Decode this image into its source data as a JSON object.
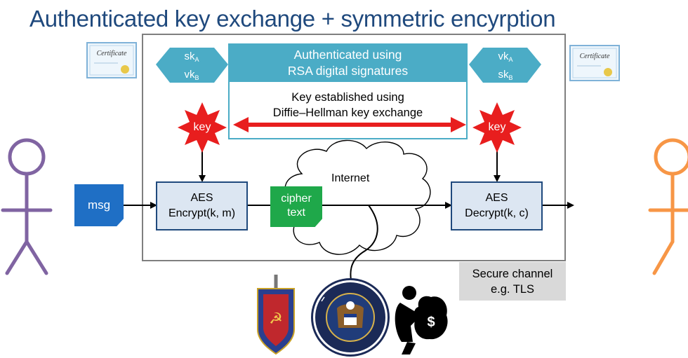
{
  "title": "Authenticated key exchange + symmetric encyrption",
  "auth_banner": {
    "line1": "Authenticated using",
    "line2": "RSA digital signatures"
  },
  "key_establishment": {
    "line1": "Key established using",
    "line2": "Diffie–Hellman key exchange"
  },
  "left_keys": {
    "sk": "sk",
    "sk_sub": "A",
    "vk": "vk",
    "vk_sub": "B"
  },
  "right_keys": {
    "vk": "vk",
    "vk_sub": "A",
    "sk": "sk",
    "sk_sub": "B"
  },
  "key_label": "key",
  "msg_label": "msg",
  "aes_encrypt": {
    "line1": "AES",
    "line2": "Encrypt(k, m)"
  },
  "aes_decrypt": {
    "line1": "AES",
    "line2": "Decrypt(k, c)"
  },
  "ciphertext": {
    "line1": "cipher",
    "line2": "text"
  },
  "internet_label": "Internet",
  "secure_channel": {
    "line1": "Secure channel",
    "line2": "e.g. TLS"
  },
  "colors": {
    "title": "#1F497D",
    "teal": "#4BACC6",
    "key_star": "#E81E1E",
    "msg": "#1F6FC5",
    "cipher": "#1FA84A",
    "alice": "#8064A2",
    "bob": "#F79646",
    "arrow_red": "#E81E1E"
  },
  "icons": [
    "certificate-icon",
    "kgb-emblem",
    "nsa-seal",
    "thief-moneybag-icon"
  ]
}
